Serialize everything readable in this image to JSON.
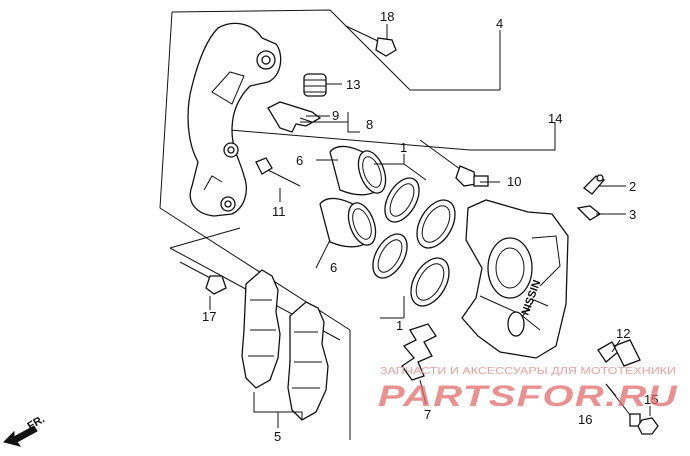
{
  "callouts": {
    "c1a": "1",
    "c1b": "1",
    "c2": "2",
    "c3": "3",
    "c4": "4",
    "c5": "5",
    "c6a": "6",
    "c6b": "6",
    "c7": "7",
    "c8": "8",
    "c9": "9",
    "c10": "10",
    "c11": "11",
    "c12": "12",
    "c13": "13",
    "c14": "14",
    "c15": "15",
    "c16": "16",
    "c17": "17",
    "c18": "18"
  },
  "direction_marker": "FR.",
  "watermark": {
    "top_line": "ЗАПЧАСТИ И АКСЕССУАРЫ ДЛЯ МОТОТЕХНИКИ",
    "brand": "PARTSFOR.RU"
  }
}
